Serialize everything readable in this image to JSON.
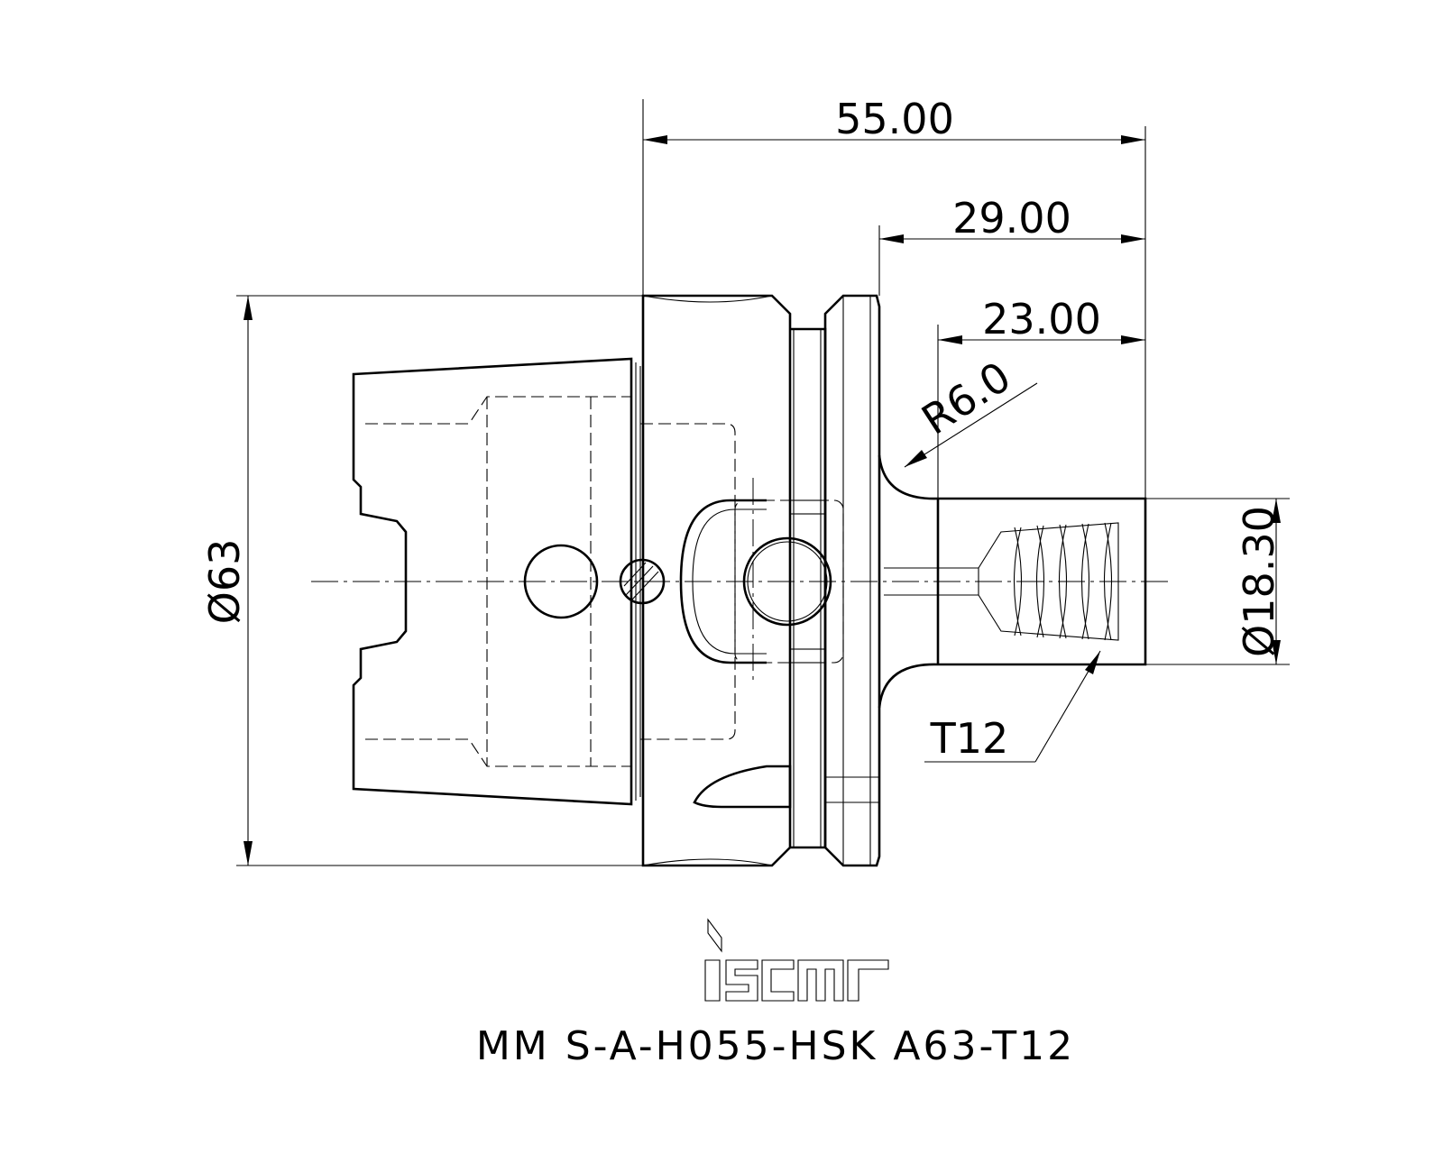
{
  "dimensions": {
    "overall_length": "55.00",
    "flange_to_end": "29.00",
    "shank_length": "23.00",
    "radius": "R6.0",
    "flange_diameter": "Ø63",
    "shank_diameter": "Ø18.30",
    "thread": "T12"
  },
  "logo": {
    "text": "iscar"
  },
  "title": {
    "part_number": "MM S-A-H055-HSK A63-T12"
  }
}
